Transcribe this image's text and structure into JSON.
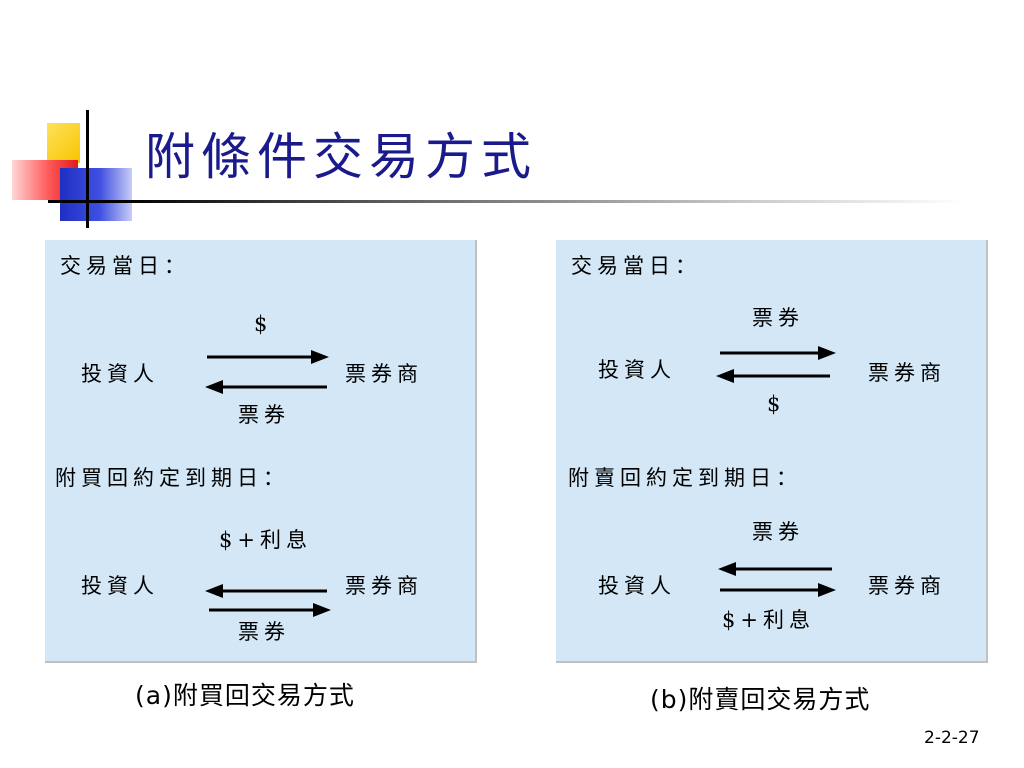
{
  "slide": {
    "title": "附條件交易方式",
    "page_number": "2-2-27"
  },
  "diagram_a": {
    "trade_day_label": "交易當日：",
    "trade_day_top_label": "$",
    "trade_day_bottom_label": "票券",
    "maturity_label": "附買回約定到期日：",
    "maturity_top_label": "$+利息",
    "maturity_bottom_label": "票券",
    "investor": "投資人",
    "dealer": "票券商",
    "caption": "(a)附買回交易方式"
  },
  "diagram_b": {
    "trade_day_label": "交易當日：",
    "trade_day_top_label": "票券",
    "trade_day_bottom_label": "$",
    "maturity_label": "附賣回約定到期日：",
    "maturity_top_label": "票券",
    "maturity_bottom_label": "$+利息",
    "investor": "投資人",
    "dealer": "票券商",
    "caption": "(b)附賣回交易方式"
  },
  "colors": {
    "title": "#1a1a8c",
    "panel_background": "#d3e7f6",
    "accent_yellow": "#f7c400",
    "accent_red": "#e11b1b",
    "accent_blue": "#1f2fc4"
  }
}
